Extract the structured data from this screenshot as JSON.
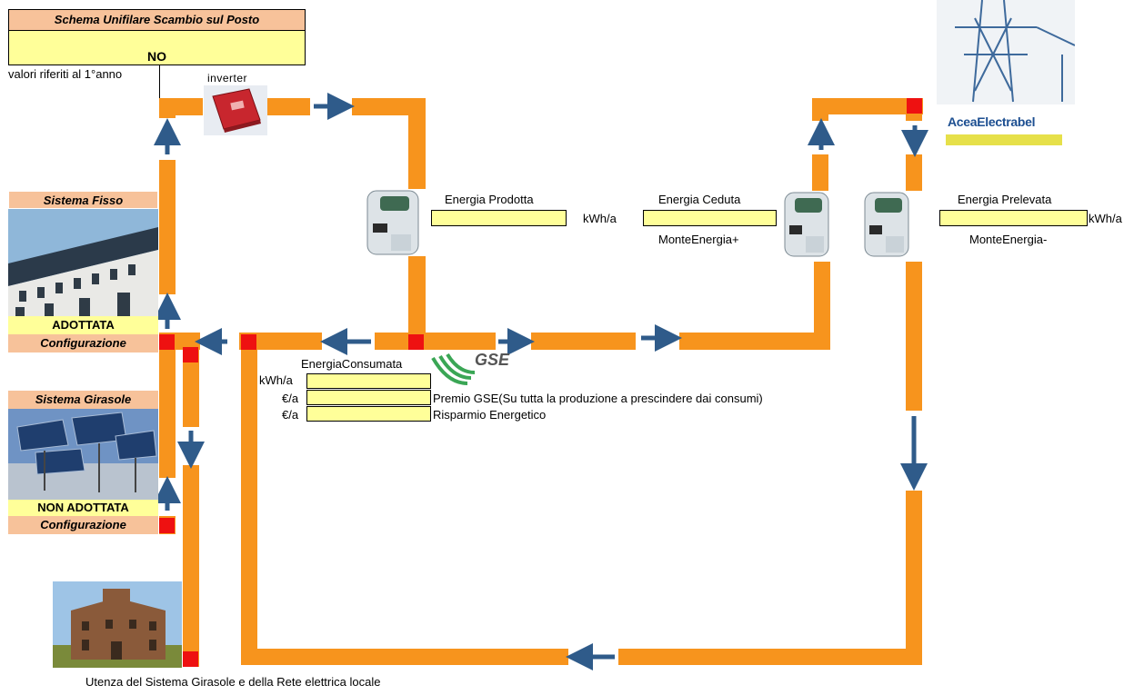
{
  "header": {
    "title": "Schema Unifilare Scambio sul Posto",
    "value": "NO",
    "note": "valori riferiti al 1°anno"
  },
  "inverter": {
    "label": "inverter"
  },
  "fisso": {
    "title": "Sistema Fisso",
    "status": "ADOTTATA",
    "config": "Configurazione"
  },
  "girasole": {
    "title": "Sistema Girasole",
    "status": "NON ADOTTATA",
    "config": "Configurazione"
  },
  "energia_prodotta": {
    "label": "Energia Prodotta",
    "value": "",
    "unit": "kWh/a"
  },
  "energia_ceduta": {
    "label": "Energia Ceduta",
    "value": "",
    "sublabel": "MonteEnergia+"
  },
  "energia_prelevata": {
    "label": "Energia Prelevata",
    "value": "",
    "unit": "kWh/a",
    "sublabel": "MonteEnergia-"
  },
  "energia_consumata": {
    "label": "EnergiaConsumata",
    "unit": "kWh/a",
    "value": ""
  },
  "premio_gse": {
    "unit": "€/a",
    "value": "",
    "label": "Premio GSE(Su tutta la produzione a prescindere dai consumi)"
  },
  "risparmio": {
    "unit": "€/a",
    "value": "",
    "label": "Risparmio Energetico"
  },
  "logos": {
    "gse": "GSE",
    "acea": "AceaElectrabel"
  },
  "footer": {
    "caption": "Utenza del Sistema Girasole e della Rete elettrica locale"
  },
  "colors": {
    "pipe": "#f7941d",
    "node": "#ee1111",
    "field": "#ffff99",
    "arrow": "#2f5b8a",
    "panel": "#f7c29a"
  }
}
